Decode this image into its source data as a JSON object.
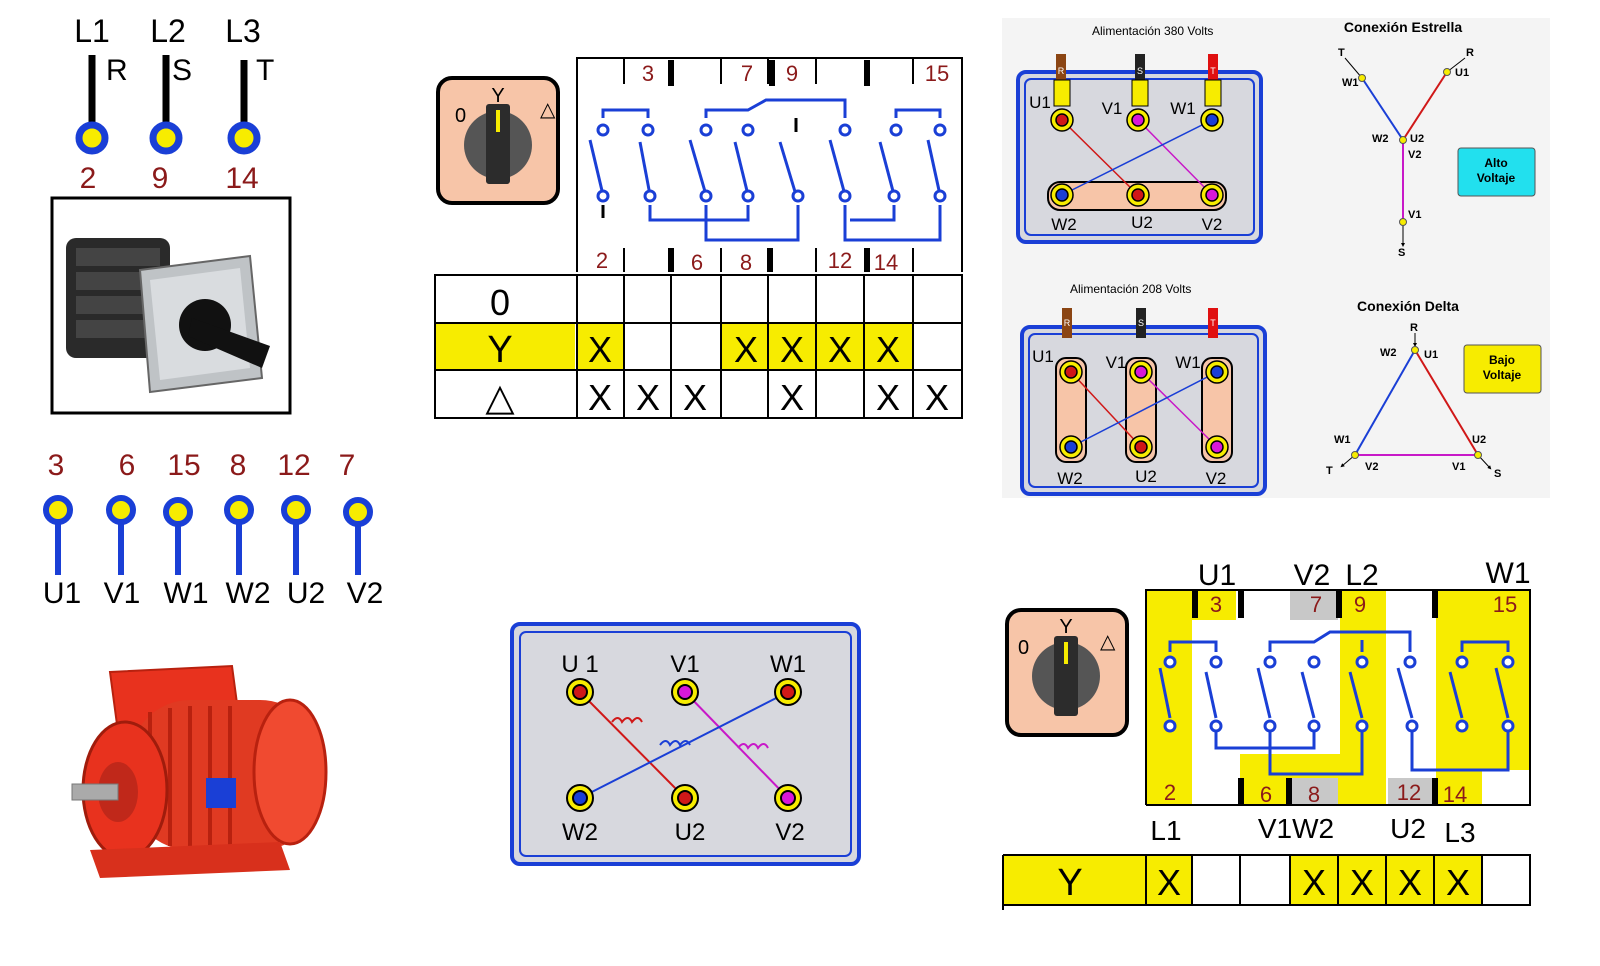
{
  "supply": {
    "phases": [
      "L1",
      "L2",
      "L3"
    ],
    "letters": [
      "R",
      "S",
      "T"
    ],
    "terminals": [
      "2",
      "9",
      "14"
    ]
  },
  "switch": {
    "pos0": "0",
    "posY": "Y",
    "posDelta": "△"
  },
  "contacts_top": [
    "3",
    "7",
    "9",
    "15"
  ],
  "contacts_bottom": [
    "2",
    "6",
    "8",
    "12",
    "14"
  ],
  "table": {
    "rows": [
      {
        "label": "0",
        "marks": [
          "",
          "",
          "",
          "",
          "",
          "",
          "",
          ""
        ]
      },
      {
        "label": "Y",
        "marks": [
          "X",
          "",
          "",
          "X",
          "X",
          "X",
          "X",
          ""
        ]
      },
      {
        "label": "△",
        "marks": [
          "X",
          "X",
          "X",
          "",
          "X",
          "",
          "X",
          "X"
        ]
      }
    ]
  },
  "motor_leads": {
    "numbers": [
      "3",
      "6",
      "15",
      "8",
      "12",
      "7"
    ],
    "names": [
      "U1",
      "V1",
      "W1",
      "W2",
      "U2",
      "V2"
    ]
  },
  "terminal_box": {
    "top": [
      "U 1",
      "V1",
      "W1"
    ],
    "bottom": [
      "W2",
      "U2",
      "V2"
    ]
  },
  "star": {
    "supply": "Alimentación  380 Volts",
    "title": "Conexión Estrella",
    "badge": "Alto Voltaje",
    "box_top": [
      "U1",
      "V1",
      "W1"
    ],
    "box_bottom": [
      "W2",
      "U2",
      "V2"
    ],
    "lead_letters": [
      "R",
      "S",
      "T"
    ],
    "labels": [
      "T",
      "R",
      "W1",
      "U1",
      "W2",
      "U2",
      "V2",
      "V1",
      "S"
    ]
  },
  "delta": {
    "supply": "Alimentación  208 Volts",
    "title": "Conexión Delta",
    "badge": "Bajo Voltaje",
    "box_top": [
      "U1",
      "V1",
      "W1"
    ],
    "box_bottom": [
      "W2",
      "U2",
      "V2"
    ],
    "lead_letters": [
      "R",
      "S",
      "T"
    ],
    "labels": [
      "R",
      "W2",
      "U1",
      "W1",
      "U2",
      "T",
      "V2",
      "V1",
      "S"
    ]
  },
  "wiring": {
    "top_labels": [
      "U1",
      "V2",
      "L2",
      "W1"
    ],
    "top_nums": [
      "3",
      "7",
      "9",
      "15"
    ],
    "bottom_nums": [
      "2",
      "6",
      "8",
      "12",
      "14"
    ],
    "bottom_labels": [
      "L1",
      "V1W2",
      "U2",
      "L3"
    ],
    "row_label": "Y",
    "row_marks": [
      "X",
      "",
      "",
      "X",
      "X",
      "X",
      "X",
      ""
    ]
  },
  "colors": {
    "blue": "#1a3fd6",
    "yellow": "#f7ec00",
    "darkred": "#8b1a1a",
    "salmon": "#f7c5a8"
  }
}
